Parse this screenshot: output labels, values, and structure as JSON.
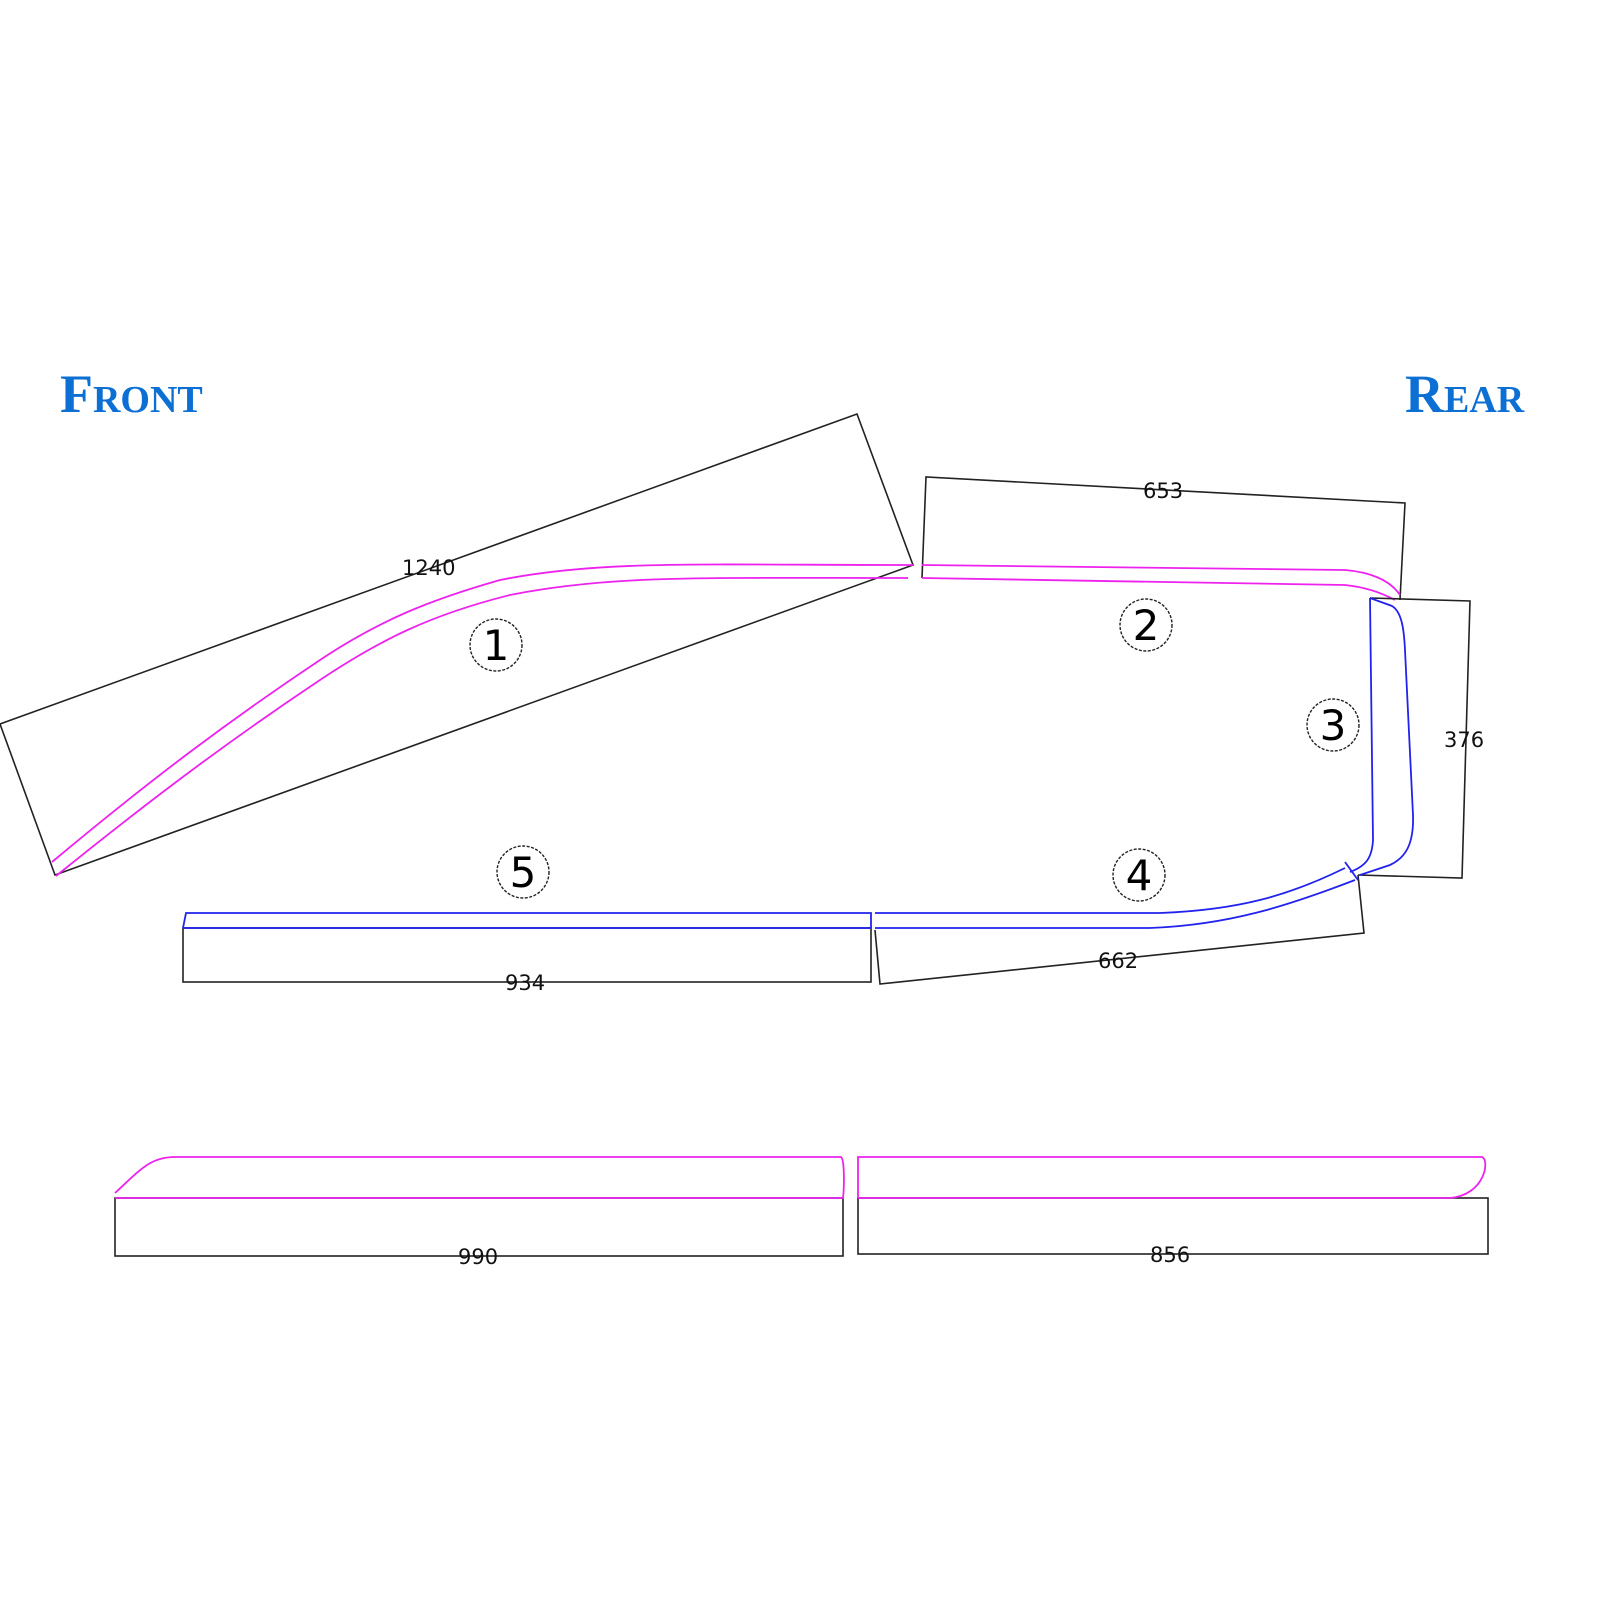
{
  "labels": {
    "front": "Front",
    "rear": "Rear"
  },
  "dimensions": {
    "d1": "1240",
    "d2": "653",
    "d3": "376",
    "d4": "662",
    "d5": "934",
    "d6": "990",
    "d7": "856"
  },
  "parts": {
    "p1": "1",
    "p2": "2",
    "p3": "3",
    "p4": "4",
    "p5": "5"
  },
  "colors": {
    "label": "#0b6fd4",
    "pink_edge": "#ee22ee",
    "blue_edge": "#2222ee"
  }
}
